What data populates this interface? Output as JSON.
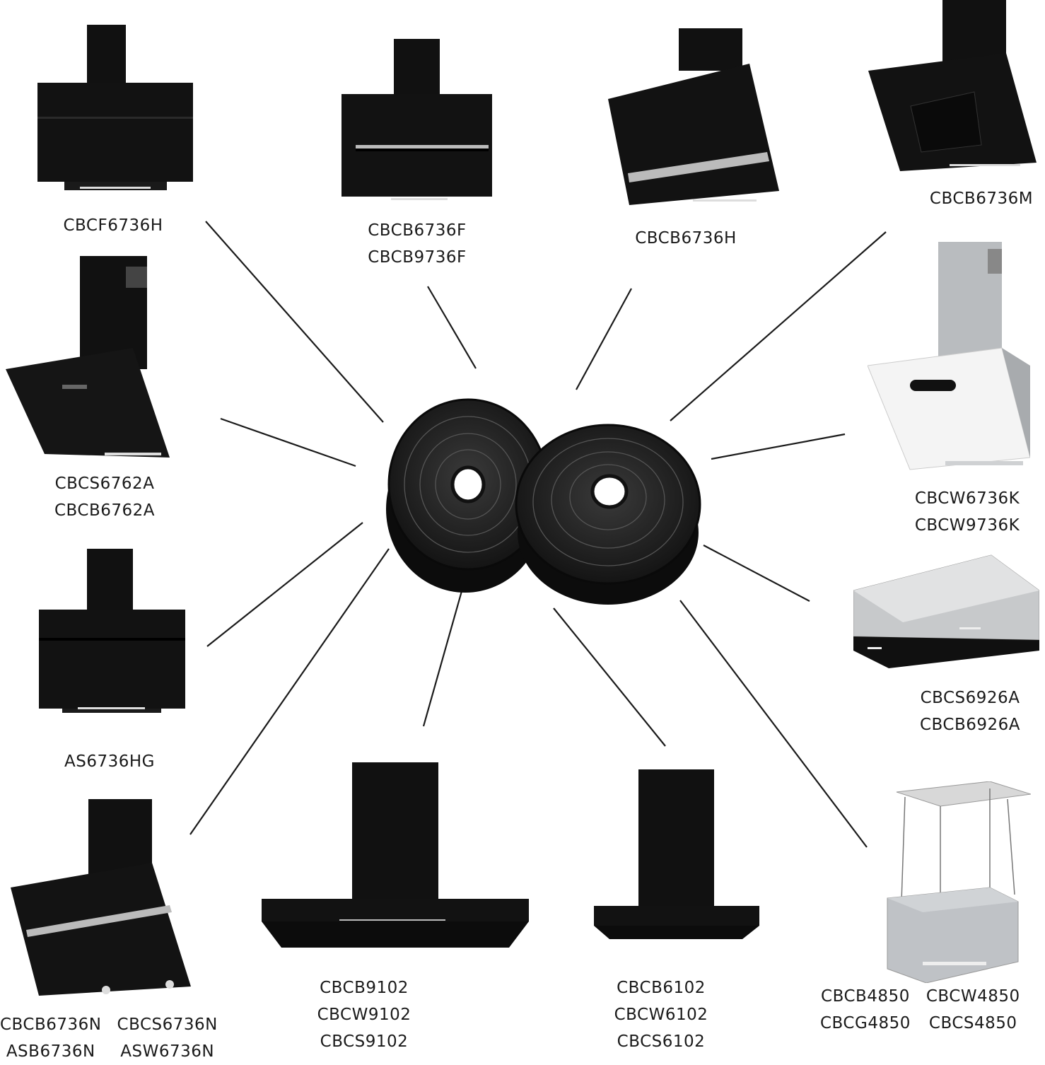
{
  "colors": {
    "background": "#ffffff",
    "hood_black": "#111111",
    "steel": "#b9bcbf",
    "line": "#1a1a1a",
    "filter": "#222222"
  },
  "center": {
    "icon": "carbon-filter-pair-icon"
  },
  "hoods": [
    {
      "icon": "angled-chimney-hood-icon",
      "models": [
        "CBCF6736H"
      ]
    },
    {
      "icon": "angled-chimney-hood-icon",
      "models": [
        "CBCB6736F",
        "CBCB9736F"
      ]
    },
    {
      "icon": "angled-chimney-hood-icon",
      "models": [
        "CBCB6736H"
      ]
    },
    {
      "icon": "angled-chimney-hood-icon",
      "models": [
        "CBCB6736M"
      ]
    },
    {
      "icon": "angled-chimney-hood-icon",
      "models": [
        "CBCS6762A",
        "CBCB6762A"
      ]
    },
    {
      "icon": "white-angled-hood-icon",
      "models": [
        "CBCW6736K",
        "CBCW9736K"
      ]
    },
    {
      "icon": "angled-chimney-hood-icon",
      "models": [
        "AS6736HG"
      ]
    },
    {
      "icon": "canopy-insert-hood-icon",
      "models": [
        "CBCS6926A",
        "CBCB6926A"
      ]
    },
    {
      "icon": "angled-chimney-hood-icon",
      "models": [
        "CBCB6736N",
        "CBCS6736N",
        "ASB6736N",
        "ASW6736N"
      ]
    },
    {
      "icon": "t-shape-chimney-hood-icon",
      "models": [
        "CBCB9102",
        "CBCW9102",
        "CBCS9102"
      ]
    },
    {
      "icon": "t-shape-chimney-hood-icon",
      "models": [
        "CBCB6102",
        "CBCW6102",
        "CBCS6102"
      ]
    },
    {
      "icon": "island-hood-icon",
      "models": [
        "CBCB4850",
        "CBCW4850",
        "CBCG4850",
        "CBCS4850"
      ]
    }
  ]
}
